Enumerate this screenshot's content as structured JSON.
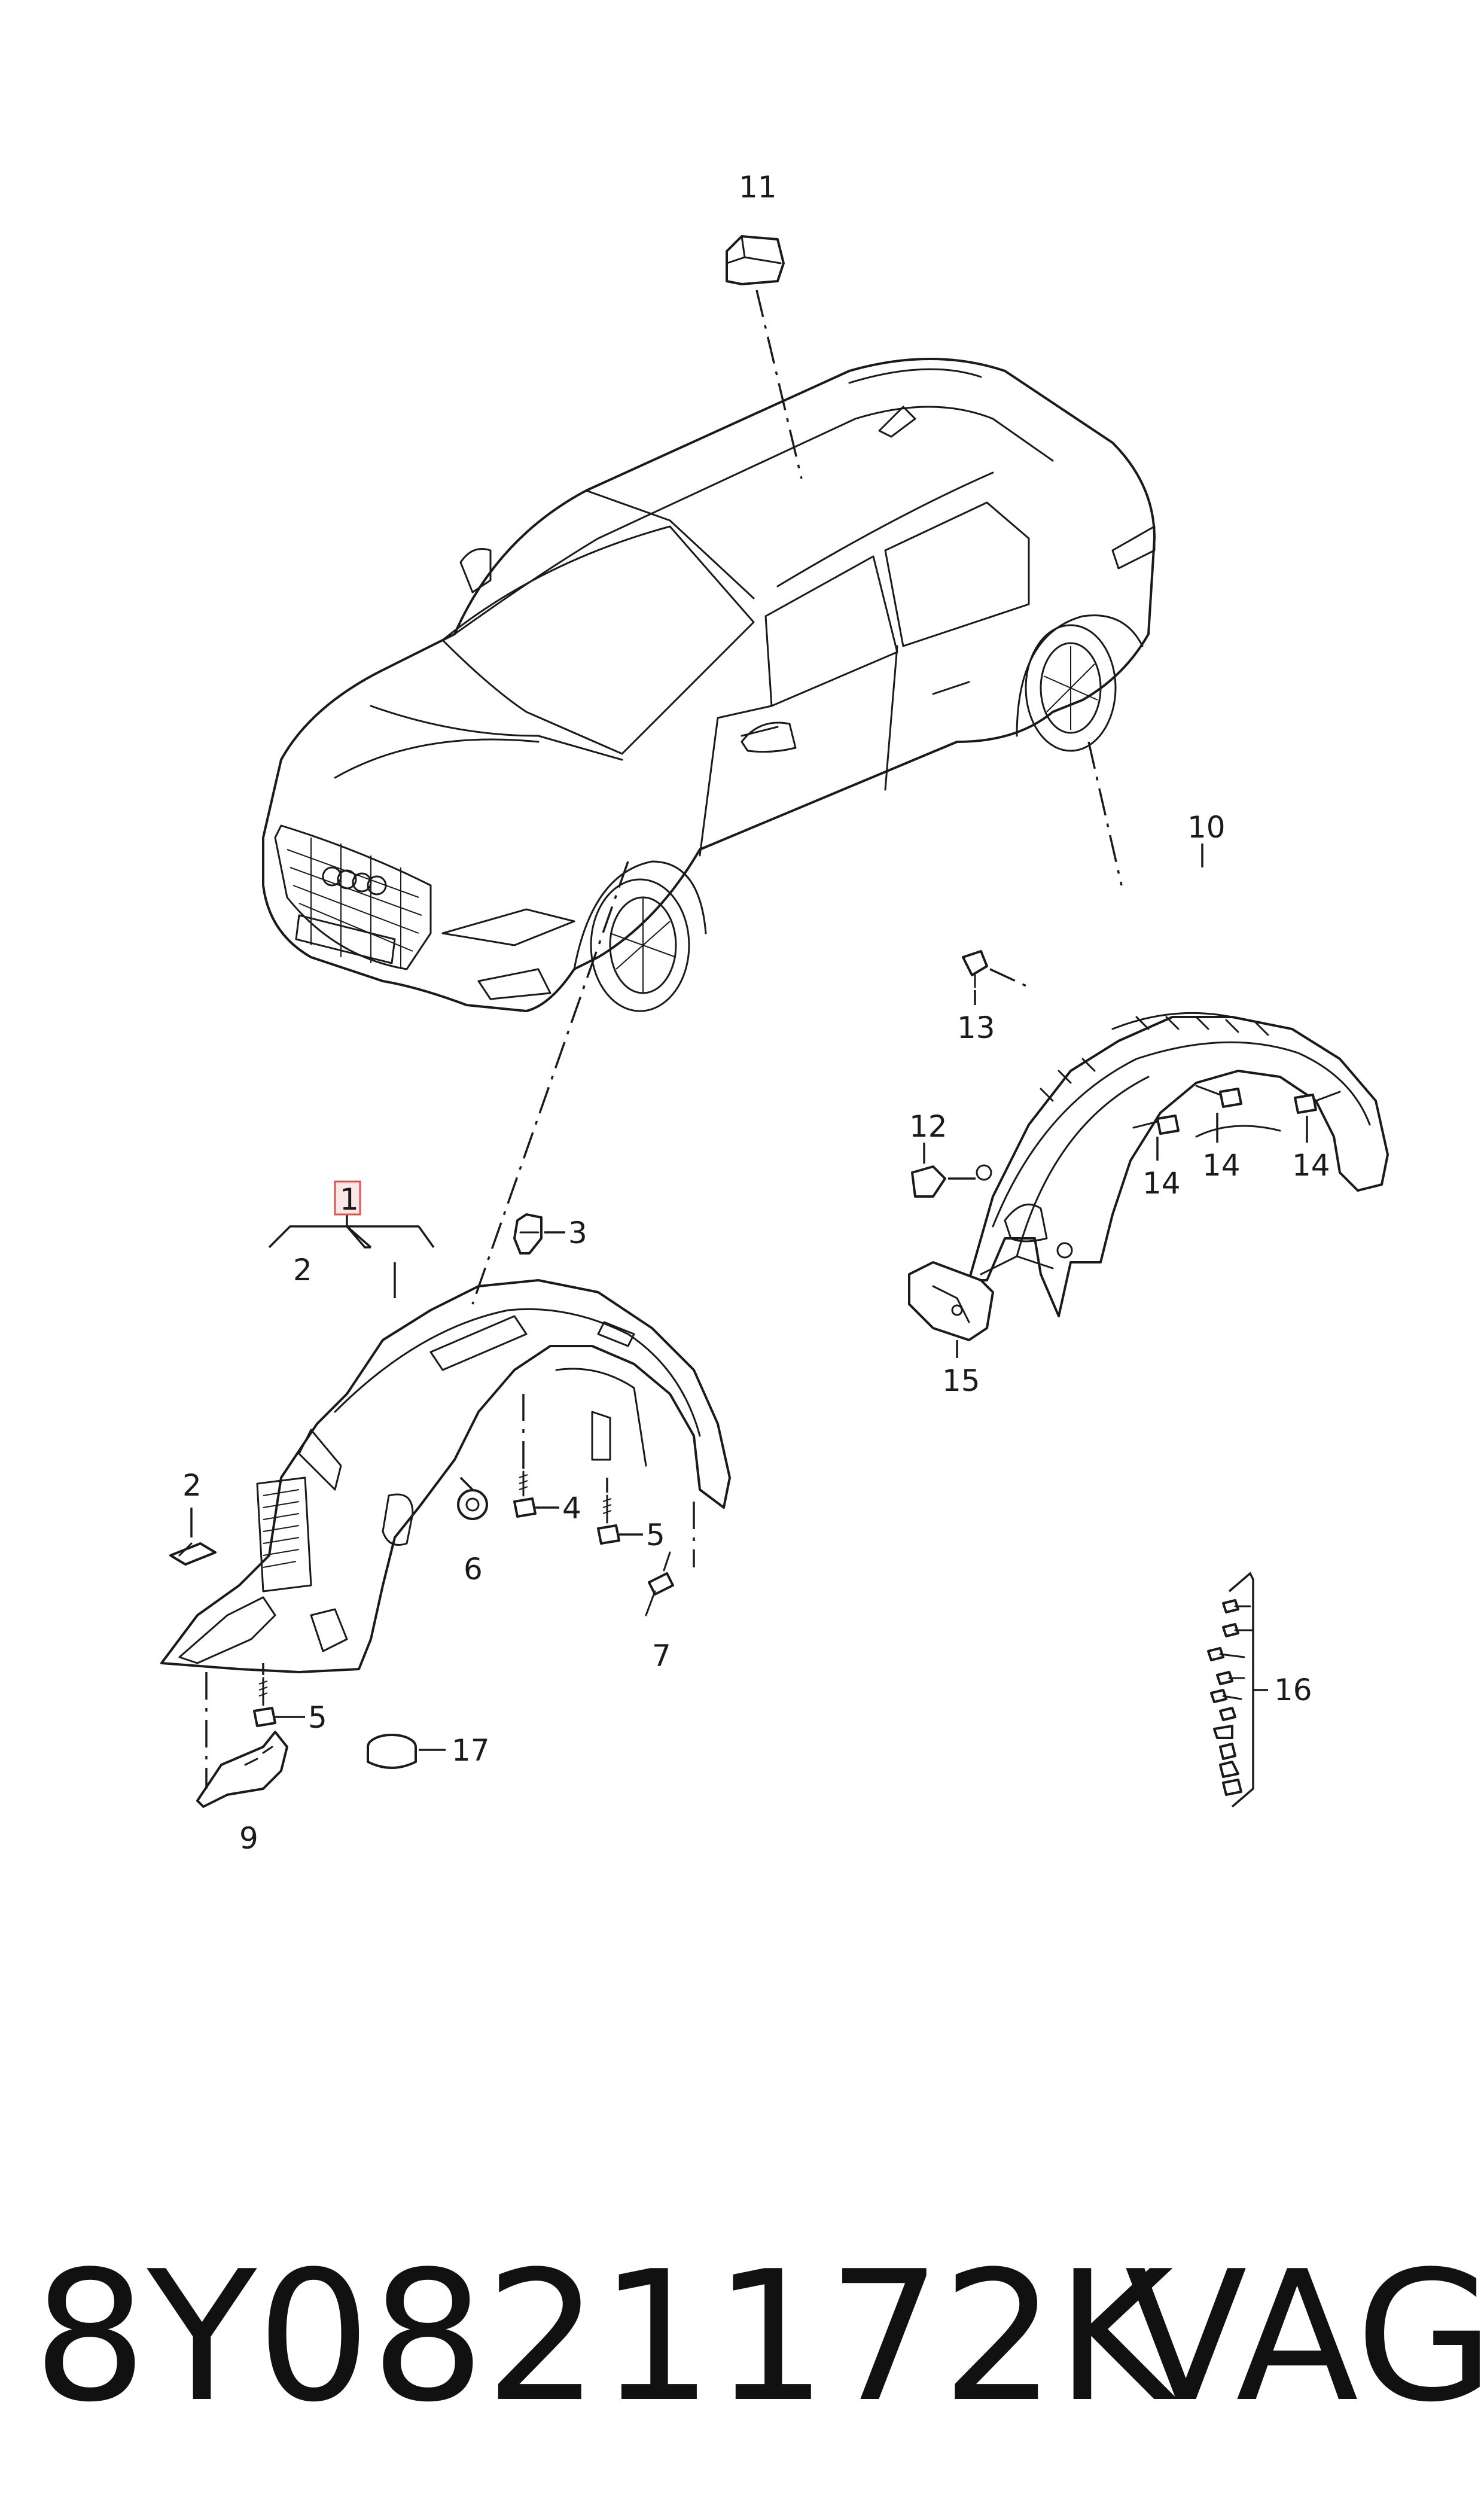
{
  "callouts": {
    "c1": "1",
    "c2a": "2",
    "c2b": "2",
    "c3": "3",
    "c4": "4",
    "c5a": "5",
    "c5b": "5",
    "c6": "6",
    "c7": "7",
    "c9": "9",
    "c10": "10",
    "c11": "11",
    "c12": "12",
    "c13": "13",
    "c14a": "14",
    "c14b": "14",
    "c14c": "14",
    "c15": "15",
    "c16": "16",
    "c17": "17"
  },
  "footer": {
    "part_number": "8Y0821172K",
    "brand": "VAG"
  },
  "colors": {
    "line": "#1a1a1a",
    "highlight_box": "#d9534f",
    "background": "#ffffff"
  }
}
